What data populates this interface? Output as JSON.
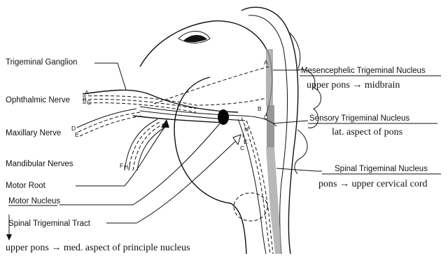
{
  "labels": {
    "trigeminal_ganglion": "Trigeminal Ganglion",
    "ophthalmic_nerve": "Ophthalmic Nerve",
    "maxillary_nerve": "Maxillary Nerve",
    "mandibular_nerves": "Mandibular Nerves",
    "motor_root": "Motor Root",
    "motor_nucleus": "Motor Nucleus",
    "spinal_tract": "Spinal Trigeminal Tract",
    "mesencephalic_nucleus": "Mesencephelic Trigeminal Nucleus",
    "sensory_nucleus": "Sensory Trigeminal Nucleus",
    "spinal_nucleus": "Spinal Trigeminal Nucleus"
  },
  "sublabels": {
    "mesencephalic": "upper pons → midbrain",
    "sensory": "lat. aspect of pons",
    "spinal": "pons → upper cervical cord",
    "motor_tract_note": "upper pons → med. aspect of principle nucleus"
  },
  "fiber_letters": {
    "ophthalmic": [
      "A",
      "B",
      "C"
    ],
    "maxillary": [
      "D",
      "E"
    ],
    "mandibular": [
      "F",
      "H",
      "I"
    ],
    "brainstem_A": "A",
    "brainstem_B": "B",
    "brainstem_C": "C",
    "brainstem_H": "H",
    "brainstem_I": "I",
    "brainstem_E": "E"
  }
}
